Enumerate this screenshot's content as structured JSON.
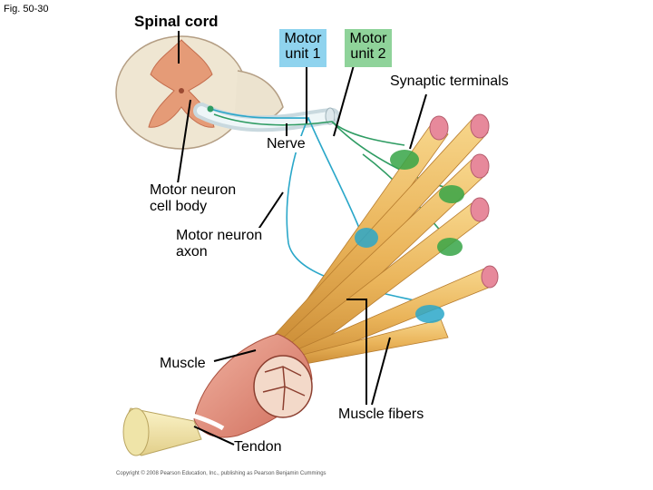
{
  "figure": {
    "number": "Fig. 50-30"
  },
  "labels": {
    "spinal_cord": "Spinal cord",
    "motor_unit_1": [
      "Motor",
      "unit 1"
    ],
    "motor_unit_2": [
      "Motor",
      "unit 2"
    ],
    "synaptic_terminals": "Synaptic terminals",
    "nerve": "Nerve",
    "motor_neuron_cell_body": [
      "Motor neuron",
      "cell body"
    ],
    "motor_neuron_axon": [
      "Motor neuron",
      "axon"
    ],
    "muscle": "Muscle",
    "muscle_fibers": "Muscle fibers",
    "tendon": "Tendon"
  },
  "copyright": "Copyright © 2008 Pearson Education, Inc., publishing as Pearson Benjamin Cummings",
  "colors": {
    "motor_unit_1_box": "#8fd3ee",
    "motor_unit_2_box": "#8fd39a",
    "muscle_fiber": "#f2c26a",
    "muscle_tissue": "#e4917f",
    "terminal_blue": "#2aa7c9",
    "terminal_green": "#36a447"
  }
}
